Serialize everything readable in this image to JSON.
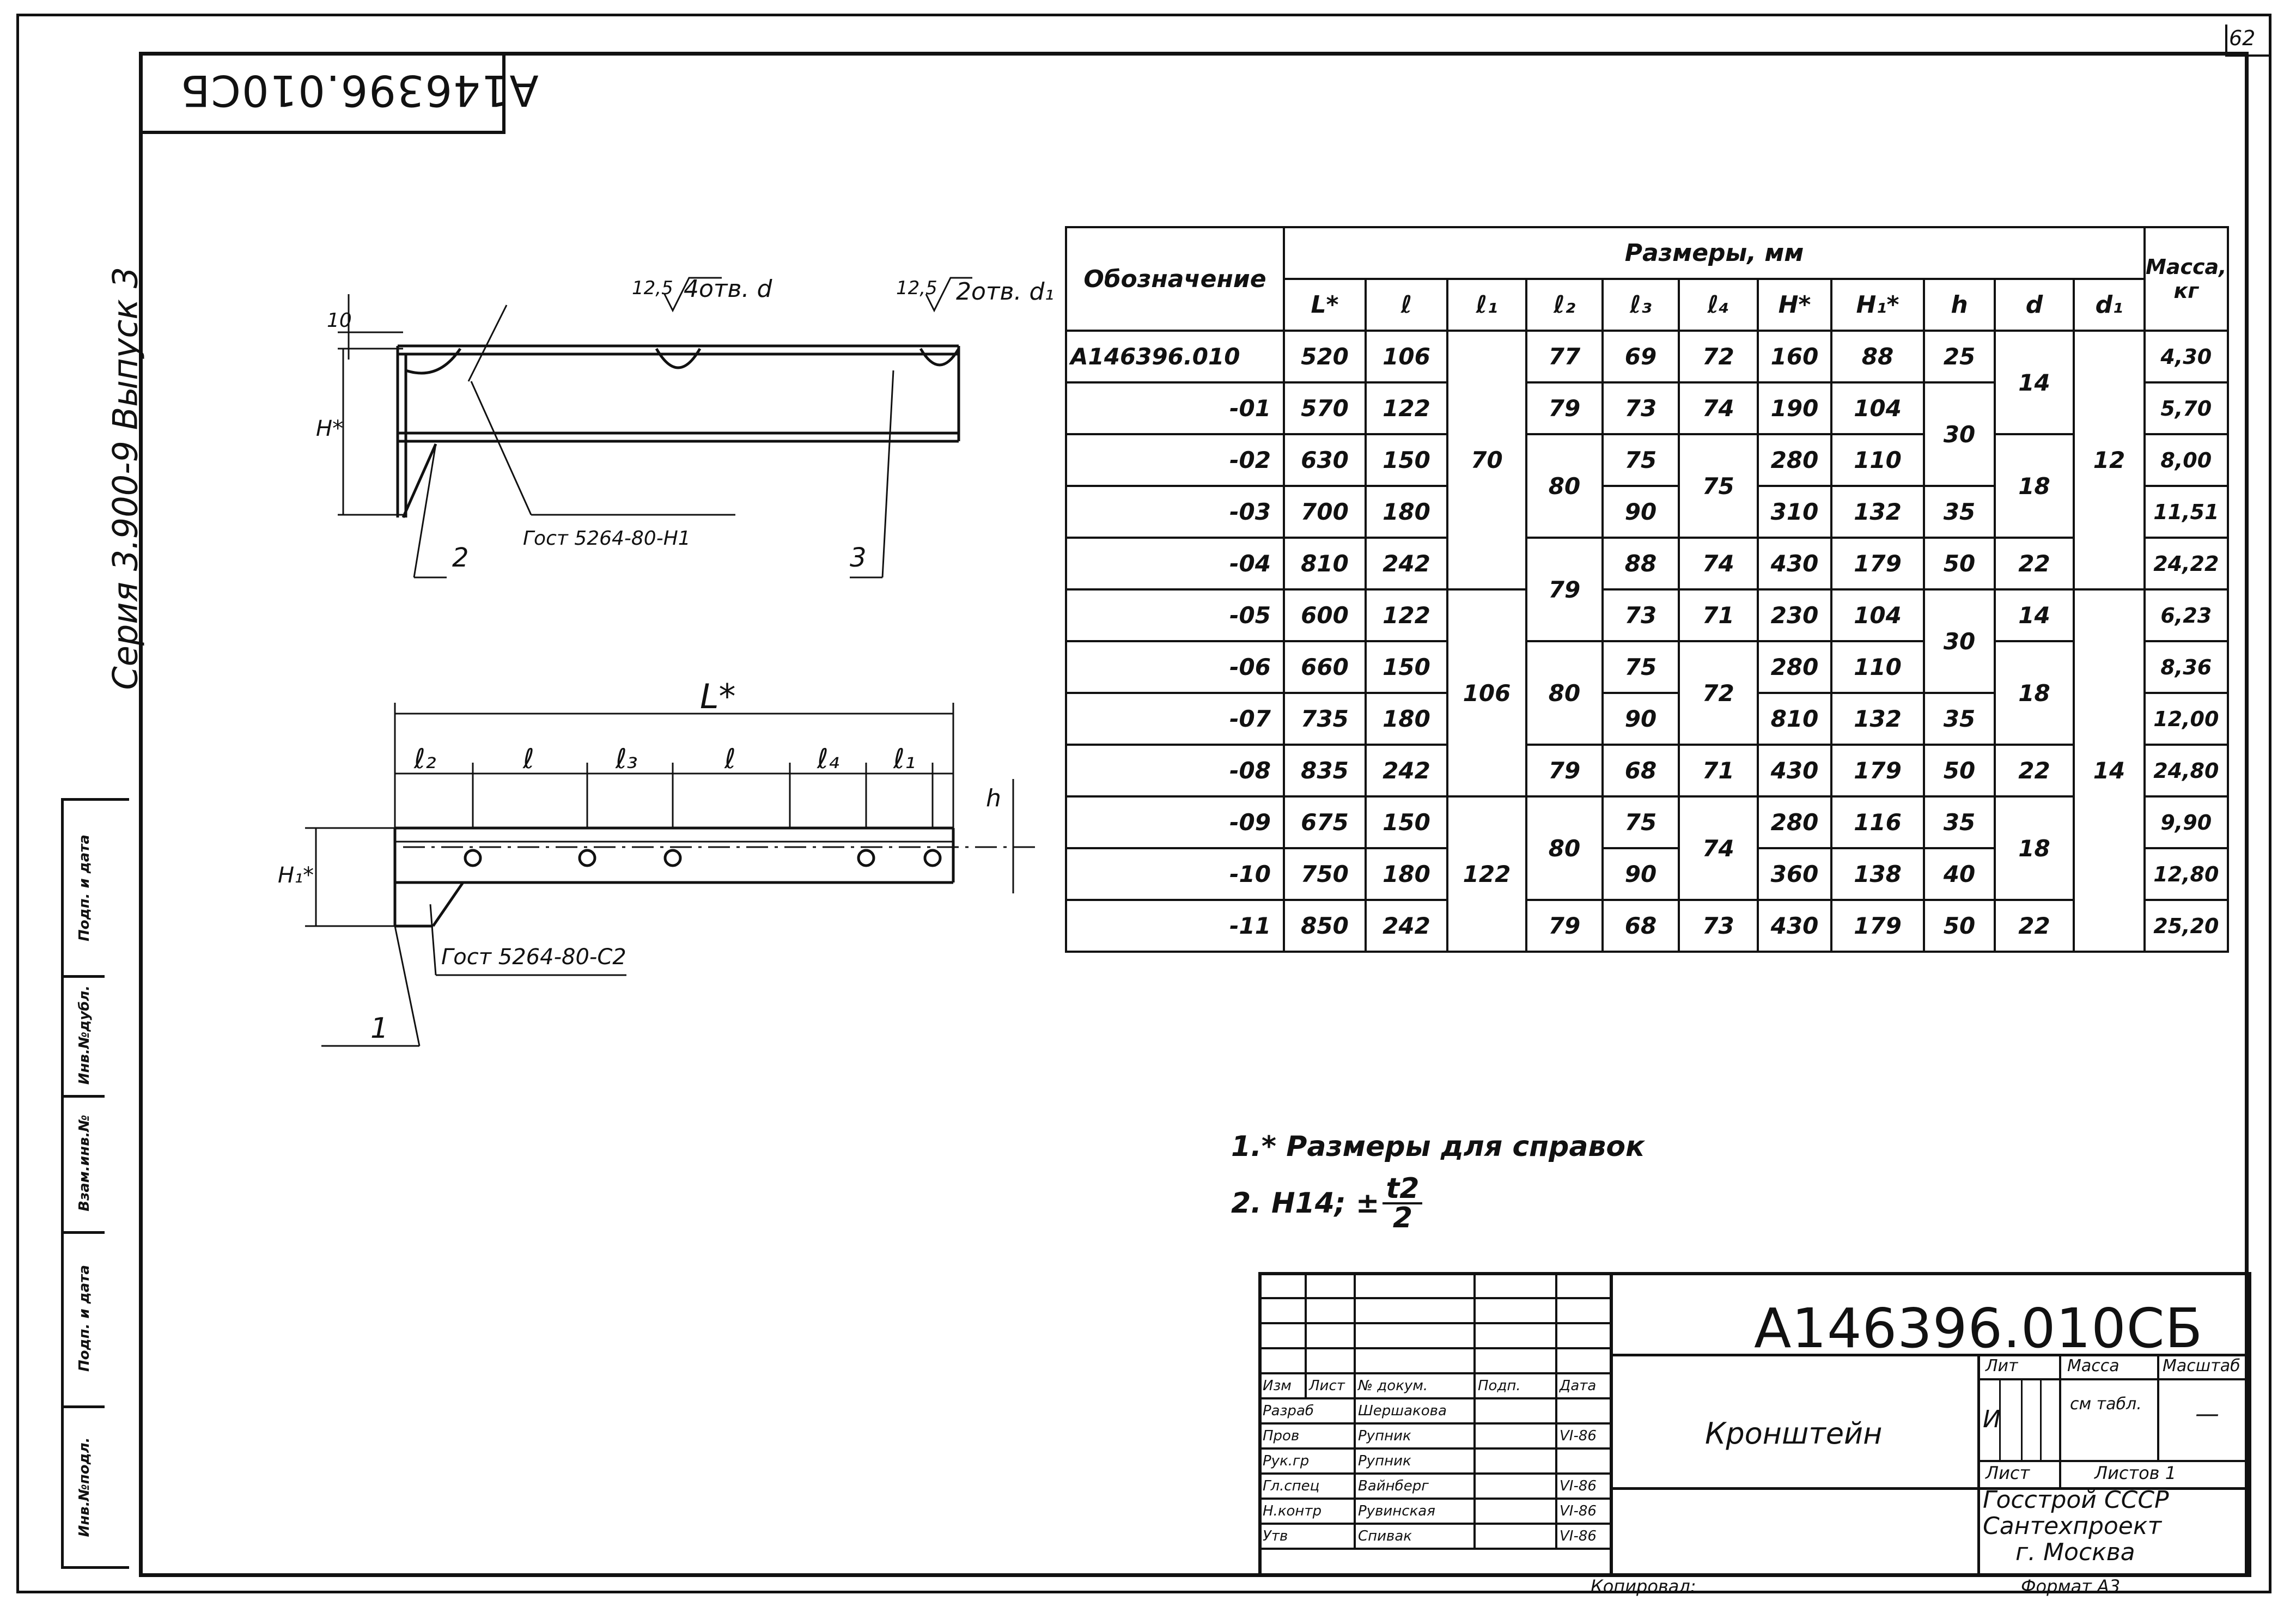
{
  "sheet_number": "62",
  "top_left_code": "А146396.010СБ",
  "vertical_series": "Серия 3.900-9 Выпуск 3",
  "left_margin_cells": [
    "Инв.№подл.",
    "Подп. и дата",
    "Взам.инв.№",
    "Инв.№дубл.",
    "Подп. и дата"
  ],
  "drawing": {
    "dims_top": {
      "d10": "10",
      "r125a": "12,5",
      "r125b": "12,5",
      "holes_d": "4отв. d",
      "holes_d1": "2отв. d₁",
      "H": "H*"
    },
    "callouts_top": {
      "gost": "Гост 5264-80-Н1",
      "pos2": "2",
      "pos3": "3"
    },
    "dims_bottom": {
      "L": "L*",
      "l2": "ℓ₂",
      "l_a": "ℓ",
      "l3": "ℓ₃",
      "l_b": "ℓ",
      "l4": "ℓ₄",
      "l1": "ℓ₁",
      "H1": "H₁*",
      "h": "h"
    },
    "callouts_bottom": {
      "gost": "Гост 5264-80-С2",
      "pos1": "1"
    }
  },
  "table": {
    "header_designation": "Обозначение",
    "header_sizes": "Размеры, мм",
    "header_mass": "Масса, кг",
    "cols": [
      "L*",
      "ℓ",
      "ℓ₁",
      "ℓ₂",
      "ℓ₃",
      "ℓ₄",
      "H*",
      "H₁*",
      "h",
      "d",
      "d₁"
    ],
    "rows": [
      {
        "des": "А146396.010",
        "L": "520",
        "l": "106",
        "l2": "77",
        "l3": "69",
        "l4": "72",
        "H": "160",
        "H1": "88",
        "h": "25",
        "mass": "4,30"
      },
      {
        "des": "-01",
        "L": "570",
        "l": "122",
        "l2": "79",
        "l3": "73",
        "l4": "74",
        "H": "190",
        "H1": "104",
        "mass": "5,70"
      },
      {
        "des": "-02",
        "L": "630",
        "l": "150",
        "l3": "75",
        "H": "280",
        "H1": "110",
        "mass": "8,00"
      },
      {
        "des": "-03",
        "L": "700",
        "l": "180",
        "l3": "90",
        "H": "310",
        "H1": "132",
        "h": "35",
        "mass": "11,51"
      },
      {
        "des": "-04",
        "L": "810",
        "l": "242",
        "l3": "88",
        "l4": "74",
        "H": "430",
        "H1": "179",
        "h": "50",
        "d": "22",
        "mass": "24,22"
      },
      {
        "des": "-05",
        "L": "600",
        "l": "122",
        "l3": "73",
        "l4": "71",
        "H": "230",
        "H1": "104",
        "d": "14",
        "mass": "6,23"
      },
      {
        "des": "-06",
        "L": "660",
        "l": "150",
        "l3": "75",
        "H": "280",
        "H1": "110",
        "mass": "8,36"
      },
      {
        "des": "-07",
        "L": "735",
        "l": "180",
        "l3": "90",
        "H": "810",
        "H1": "132",
        "h": "35",
        "mass": "12,00"
      },
      {
        "des": "-08",
        "L": "835",
        "l": "242",
        "l2": "79",
        "l3": "68",
        "l4": "71",
        "H": "430",
        "H1": "179",
        "h": "50",
        "d": "22",
        "mass": "24,80"
      },
      {
        "des": "-09",
        "L": "675",
        "l": "150",
        "l3": "75",
        "H": "280",
        "H1": "116",
        "h": "35",
        "mass": "9,90"
      },
      {
        "des": "-10",
        "L": "750",
        "l": "180",
        "l3": "90",
        "H": "360",
        "H1": "138",
        "h": "40",
        "mass": "12,80"
      },
      {
        "des": "-11",
        "L": "850",
        "l": "242",
        "l2": "79",
        "l3": "68",
        "l4": "73",
        "H": "430",
        "H1": "179",
        "h": "50",
        "d": "22",
        "mass": "25,20"
      }
    ],
    "merged": {
      "l1_a": "70",
      "l1_b": "106",
      "l1_c": "122",
      "l2_a": "80",
      "l2_b": "79",
      "l2_c": "80",
      "l2_d": "80",
      "l4_a": "75",
      "l4_b": "72",
      "l4_c": "74",
      "h_a": "30",
      "h_b": "30",
      "d_a": "14",
      "d_b": "18",
      "d_c": "18",
      "d_d": "18",
      "d1_a": "12",
      "d1_b": "14"
    }
  },
  "notes": {
    "n1": "1.* Размеры для справок",
    "n2_prefix": "2. Н14; ±",
    "n2_num": "t2",
    "n2_den": "2"
  },
  "title_block": {
    "code": "А146396.010СБ",
    "name": "Кронштейн",
    "hdr": [
      "Изм",
      "Лист",
      "№ докум.",
      "Подп.",
      "Дата"
    ],
    "rows": [
      {
        "role": "Разраб",
        "name": "Шершакова",
        "date": ""
      },
      {
        "role": "Пров",
        "name": "Рупник",
        "date": "VI-86"
      },
      {
        "role": "Рук.гр",
        "name": "Рупник",
        "date": ""
      },
      {
        "role": "Гл.спец",
        "name": "Вайнберг",
        "date": "VI-86"
      },
      {
        "role": "Н.контр",
        "name": "Рувинская",
        "date": "VI-86"
      },
      {
        "role": "Утв",
        "name": "Спивак",
        "date": "VI-86"
      }
    ],
    "lit_label": "Лит",
    "mass_label": "Масса",
    "scale_label": "Масштаб",
    "lit_value": "И",
    "mass_value": "см табл.",
    "scale_value": "—",
    "sheet_label": "Лист",
    "sheets_label": "Листов 1",
    "org1": "Госстрой СССР",
    "org2": "Сантехпроект",
    "org3": "г. Москва",
    "copied": "Копировал:",
    "format": "Формат А3"
  }
}
